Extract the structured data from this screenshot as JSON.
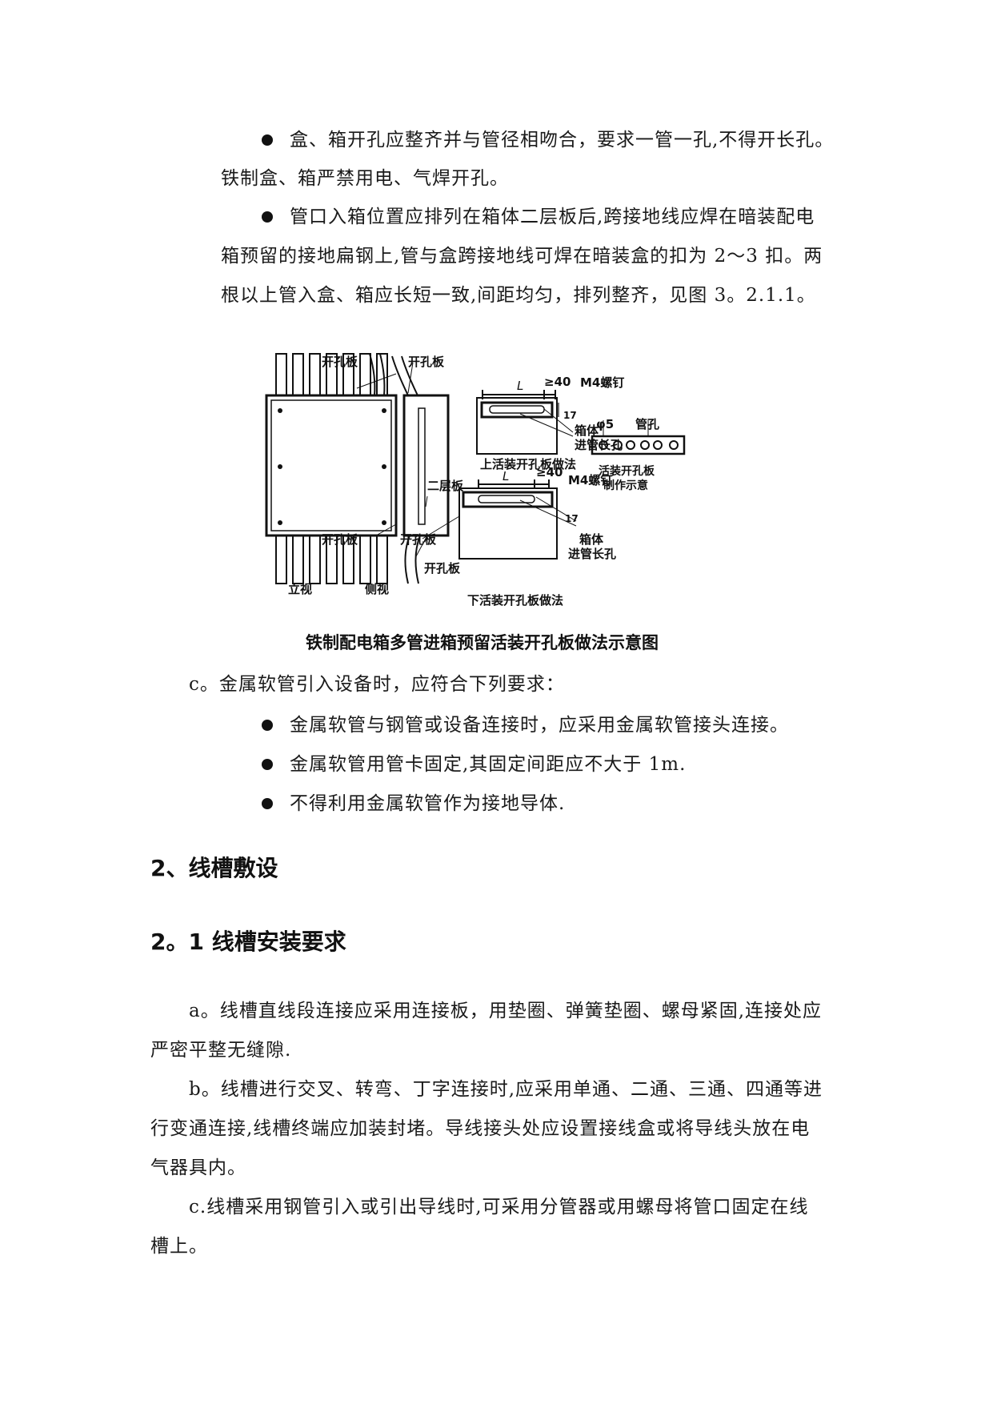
{
  "p1": {
    "line1": "盒、箱开孔应整齐并与管径相吻合，要求一管一孔,不得开长孔。",
    "line2": "铁制盒、箱严禁用电、气焊开孔。"
  },
  "p2": {
    "line1": "管口入箱位置应排列在箱体二层板后,跨接地线应焊在暗装配电",
    "line2": "箱预留的接地扁钢上,管与盒跨接地线可焊在暗装盒的扣为 2～3 扣。两",
    "line3": "根以上管入盒、箱应长短一致,间距均匀，排列整齐，见图 3。2.1.1。"
  },
  "figure": {
    "label_kaikongban": "开孔板",
    "label_liangji": "立视",
    "label_ceshi": "侧视",
    "label_erceng": "二层板",
    "label_L": "L",
    "label_ge40": "≥40",
    "label_m4": "M4螺钉",
    "label_17": "17",
    "label_xiangti": "箱体",
    "label_jinguan": "进管长孔",
    "label_shang": "上活装开孔板做法",
    "label_phi5": "φ5",
    "label_guankong": "管孔",
    "label_huozhuang1": "活装开孔板",
    "label_huozhuang2": "制作示意",
    "label_xia": "下活装开孔板做法"
  },
  "caption": "铁制配电箱多管进箱预留活装开孔板做法示意图",
  "c_intro": "c。金属软管引入设备时，应符合下列要求：",
  "c_bullets": [
    "金属软管与钢管或设备连接时，应采用金属软管接头连接。",
    "金属软管用管卡固定,其固定间距应不大于 1m.",
    "不得利用金属软管作为接地导体."
  ],
  "heading1": "2、线槽敷设",
  "heading2": "2。1 线槽安装要求",
  "pa": {
    "line1": "a。线槽直线段连接应采用连接板，用垫圈、弹簧垫圈、螺母紧固,连接处应",
    "line2": "严密平整无缝隙."
  },
  "pb": {
    "line1": "b。线槽进行交叉、转弯、丁字连接时,应采用单通、二通、三通、四通等进",
    "line2": "行变通连接,线槽终端应加装封堵。导线接头处应设置接线盒或将导线头放在电",
    "line3": "气器具内。"
  },
  "pc": {
    "line1": "c.线槽采用钢管引入或引出导线时,可采用分管器或用螺母将管口固定在线",
    "line2": "槽上。"
  }
}
